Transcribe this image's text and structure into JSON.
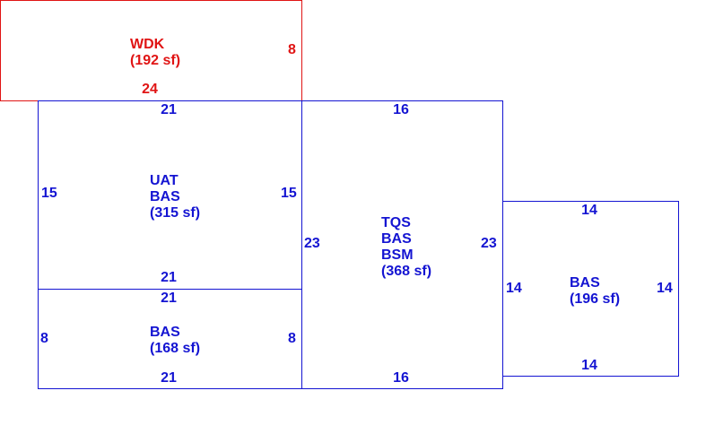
{
  "colors": {
    "structure": "#1414d2",
    "deck": "#e01414",
    "background": "#ffffff"
  },
  "rooms": {
    "wdk": {
      "codes": [
        "WDK"
      ],
      "area": "(192 sf)",
      "dims": {
        "bottom": "24",
        "right": "8"
      }
    },
    "uat": {
      "codes": [
        "UAT",
        "BAS"
      ],
      "area": "(315 sf)",
      "dims": {
        "top": "21",
        "bottom": "21",
        "left": "15",
        "right": "15"
      }
    },
    "bas_lower": {
      "codes": [
        "BAS"
      ],
      "area": "(168 sf)",
      "dims": {
        "top": "21",
        "bottom": "21",
        "left": "8",
        "right": "8"
      }
    },
    "tqs": {
      "codes": [
        "TQS",
        "BAS",
        "BSM"
      ],
      "area": "(368 sf)",
      "dims": {
        "top": "16",
        "bottom": "16",
        "left": "23",
        "right": "23"
      }
    },
    "bas_right": {
      "codes": [
        "BAS"
      ],
      "area": "(196 sf)",
      "dims": {
        "top": "14",
        "bottom": "14",
        "left": "14",
        "right": "14"
      }
    }
  }
}
